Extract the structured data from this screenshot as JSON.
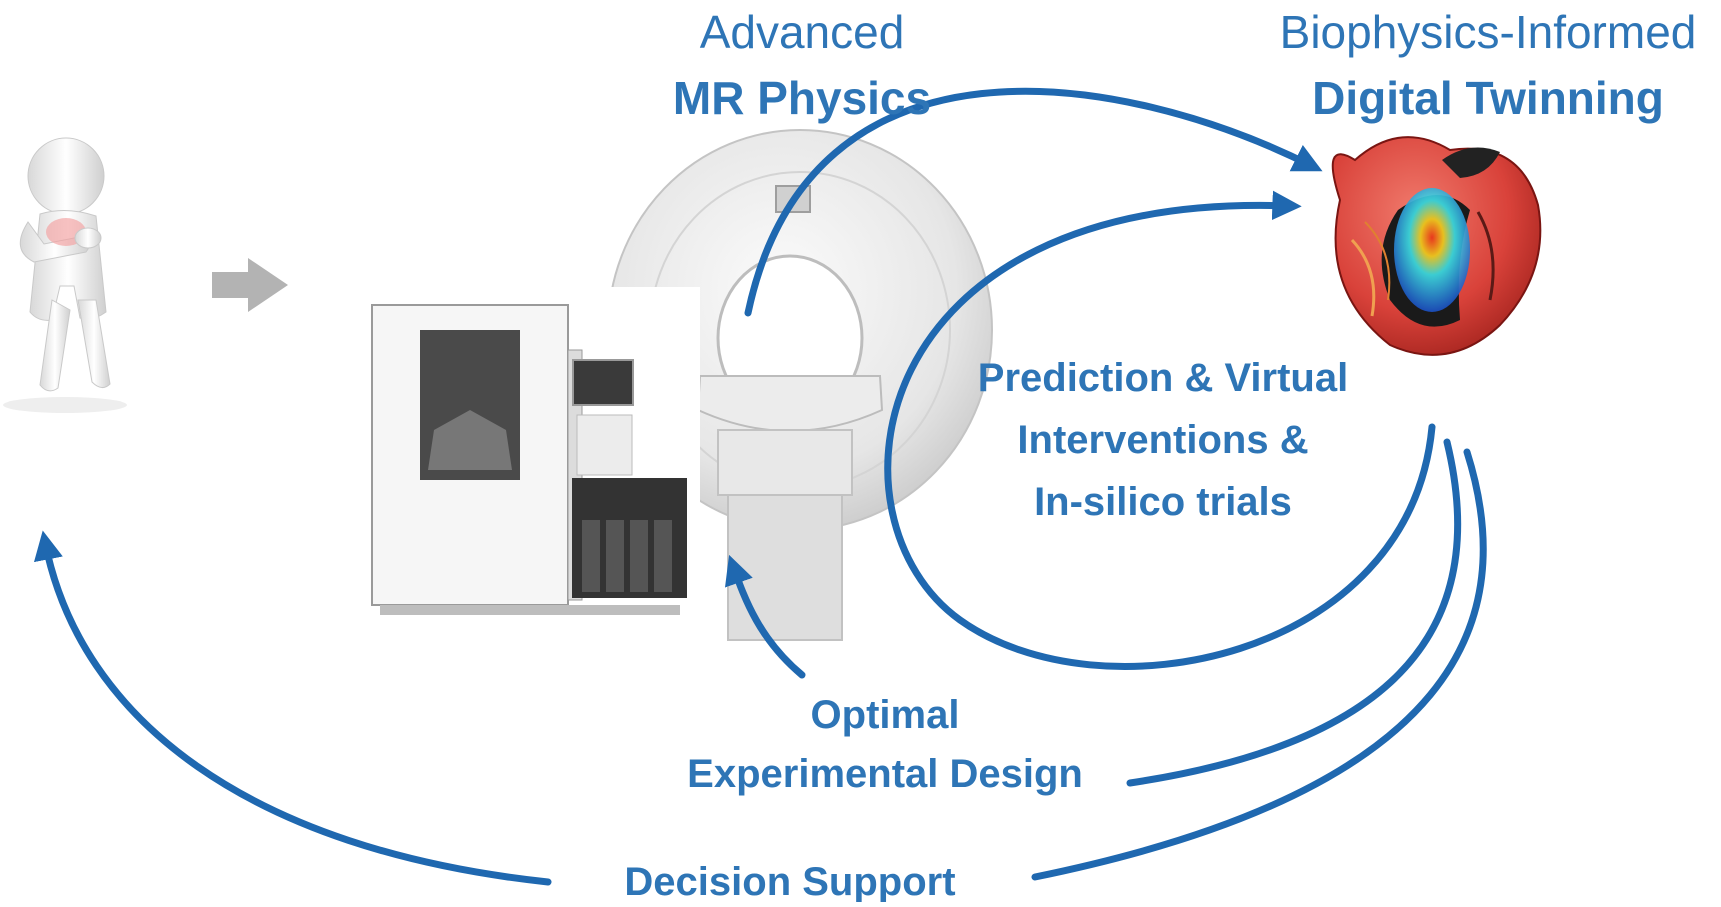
{
  "labels": {
    "advanced": "Advanced",
    "mr_physics": "MR Physics",
    "biophysics_informed": "Biophysics-Informed",
    "digital_twinning": "Digital Twinning",
    "prediction_line1": "Prediction & Virtual",
    "prediction_line2": "Interventions &",
    "prediction_line3": "In-silico trials",
    "optimal_line1": "Optimal",
    "optimal_line2": "Experimental Design",
    "decision_support": "Decision Support"
  },
  "colors": {
    "accent": "#1f68b0",
    "text": "#2e75b6",
    "gray_arrow": "#b3b3b3",
    "heart_red": "#d9423a"
  },
  "icons": [
    "patient-figure",
    "forward-arrow-icon",
    "lab-instrument",
    "mri-scanner",
    "heart-model"
  ]
}
